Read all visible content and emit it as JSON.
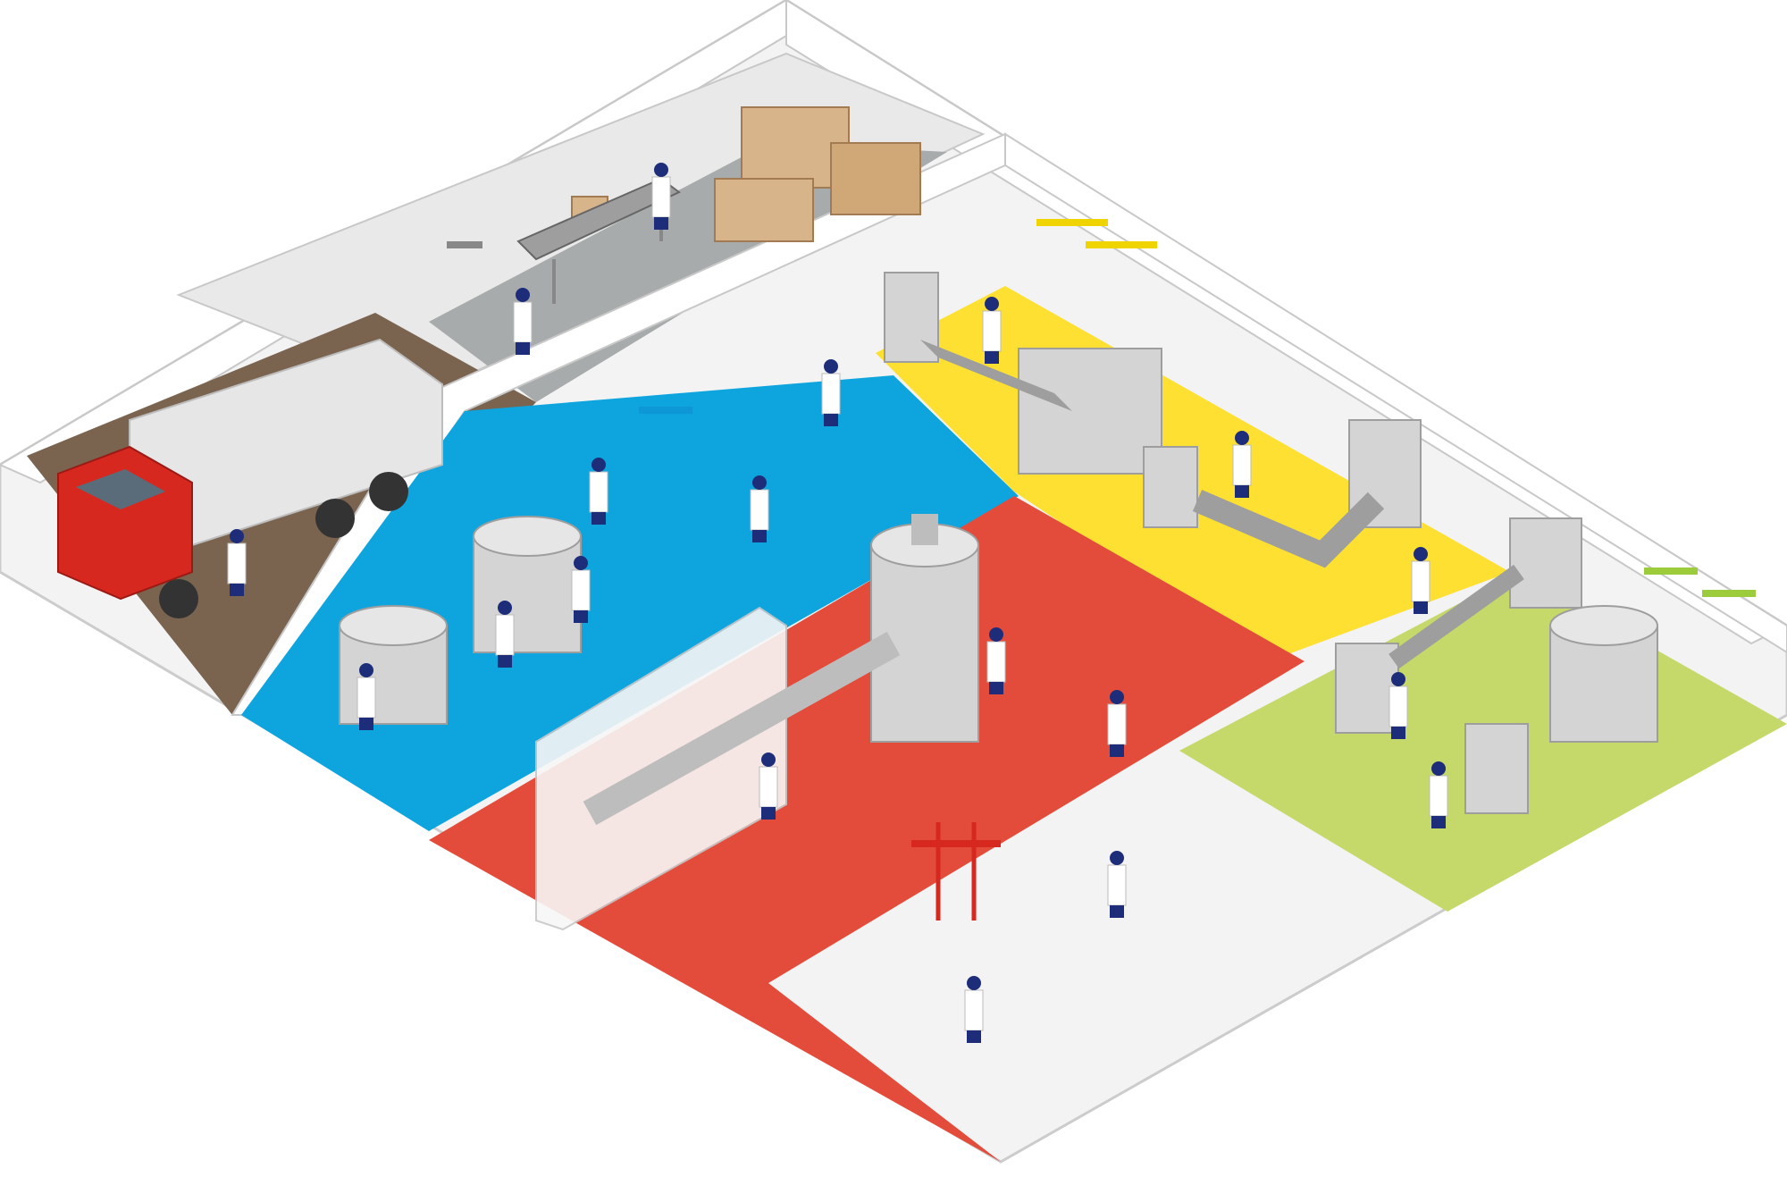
{
  "scene": {
    "description_free": true,
    "zones": [
      {
        "id": "loading",
        "color": "#7a6450"
      },
      {
        "id": "storage",
        "color": "#a7abab"
      },
      {
        "id": "processing-blue",
        "color": "#0ea5df"
      },
      {
        "id": "production-yellow",
        "color": "#fde031"
      },
      {
        "id": "cleaning-red",
        "color": "#e34c3b"
      },
      {
        "id": "packaging-green",
        "color": "#c4d96a"
      }
    ],
    "colors": {
      "wall": "#ececec",
      "wall_edge": "#b9b9b9",
      "machine": "#d4d4d4",
      "machine_dark": "#9e9e9e",
      "worker_suit": "#ffffff",
      "worker_accent": "#1e2d7a",
      "truck_cab": "#d7281f",
      "truck_box": "#e6e6e6",
      "box": "#d8b48b",
      "tool_red": "#d7281f",
      "tool_yellow": "#f0d400",
      "tool_green": "#9ccc3c",
      "tool_blue": "#0e97d6"
    },
    "icons": [
      "truck-icon",
      "worker-icon",
      "tank-icon",
      "conveyor-icon",
      "pallet-box-icon",
      "broom-icon",
      "tool-rack-icon"
    ]
  }
}
